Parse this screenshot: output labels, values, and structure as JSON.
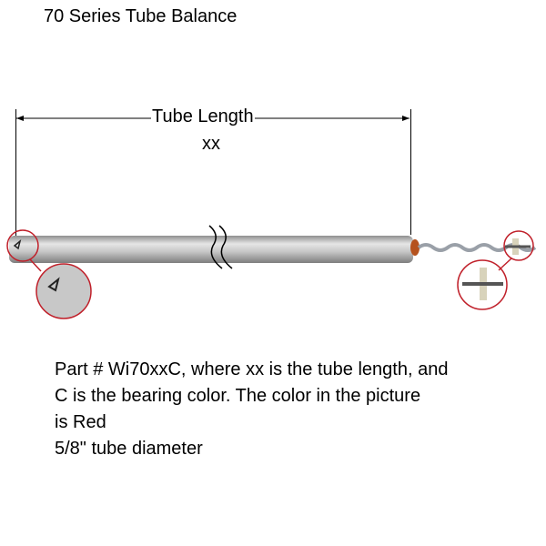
{
  "title": "70 Series Tube Balance",
  "dimension": {
    "label": "Tube Length",
    "value": "xx"
  },
  "description": {
    "line1": "Part # Wi70xxC, where xx is the tube length, and",
    "line2": "C is the bearing color.   The color in the picture",
    "line3": "is Red",
    "line4": "5/8\" tube diameter"
  },
  "colors": {
    "callout": "#c0202a",
    "bearing": "#b5521e",
    "tube": "#b8b8b8"
  }
}
